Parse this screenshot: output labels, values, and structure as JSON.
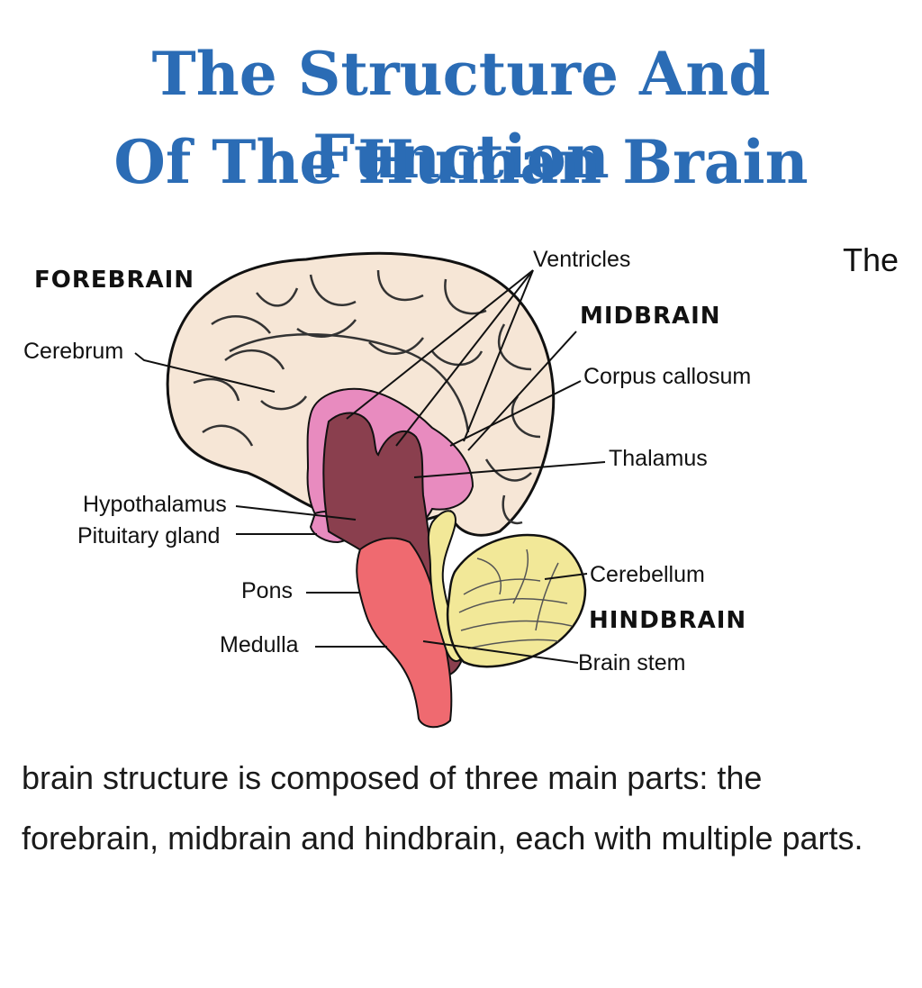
{
  "title": {
    "line1": "The Structure And Function",
    "line2": "Of The Human Brain",
    "color": "#2b6cb5"
  },
  "diagram": {
    "section_labels": {
      "forebrain": "FOREBRAIN",
      "midbrain": "MIDBRAIN",
      "hindbrain": "HINDBRAIN"
    },
    "part_labels": {
      "cerebrum": "Cerebrum",
      "ventricles": "Ventricles",
      "corpus_callosum": "Corpus callosum",
      "thalamus": "Thalamus",
      "hypothalamus": "Hypothalamus",
      "pituitary_gland": "Pituitary gland",
      "pons": "Pons",
      "cerebellum": "Cerebellum",
      "medulla": "Medulla",
      "brain_stem": "Brain stem"
    },
    "colors": {
      "cerebrum": "#f6e6d6",
      "limbic": "#e88bbf",
      "brainstem_dark": "#8a3f4e",
      "pons_medulla": "#ef6a70",
      "cerebellum": "#f2e898",
      "outline": "#111111"
    }
  },
  "body": {
    "lead_word": "The",
    "paragraph": "brain structure is composed of three main parts: the forebrain, midbrain and hindbrain, each with multiple parts."
  }
}
